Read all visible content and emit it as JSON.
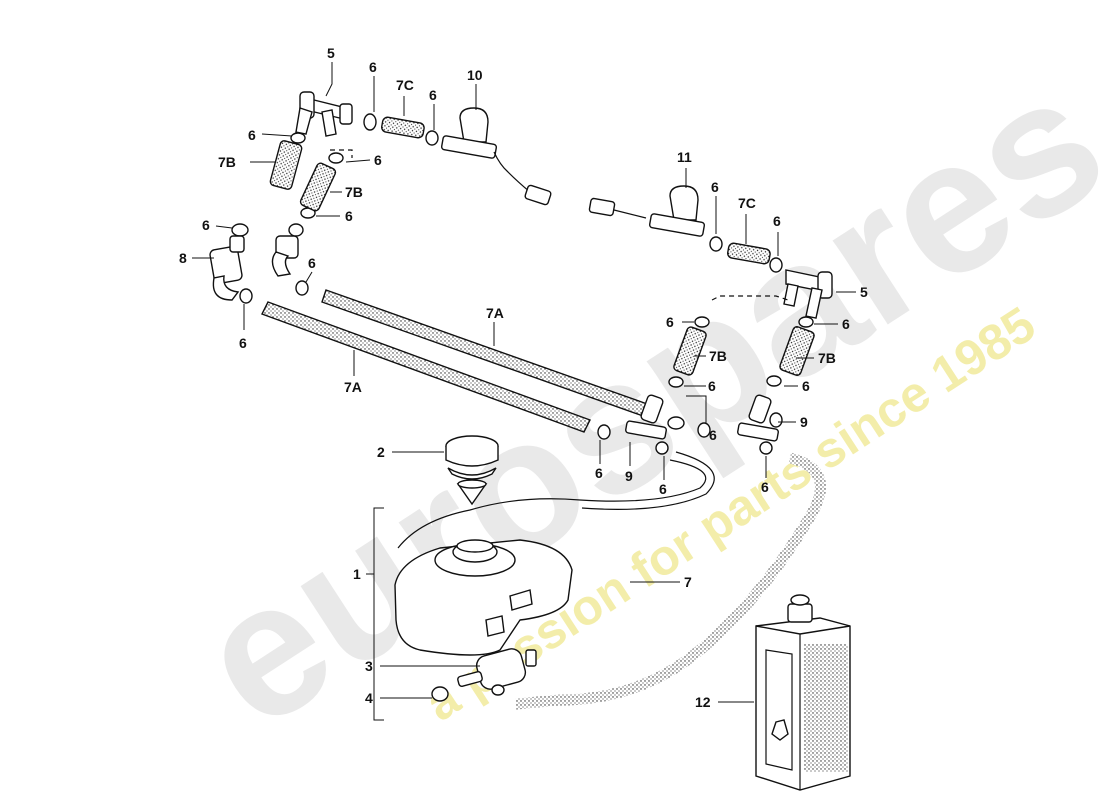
{
  "watermark": {
    "brand": "eurospares",
    "tagline": "a passion for parts since 1985",
    "brand_color": "#e4e4e4",
    "tagline_color": "#f1eb9c"
  },
  "callouts": {
    "c1": "1",
    "c2": "2",
    "c3": "3",
    "c4": "4",
    "c5a": "5",
    "c5b": "5",
    "c6a": "6",
    "c6b": "6",
    "c6c": "6",
    "c6d": "6",
    "c6e": "6",
    "c6f": "6",
    "c6g": "6",
    "c6h": "6",
    "c6i": "6",
    "c6j": "6",
    "c6k": "6",
    "c6l": "6",
    "c6m": "6",
    "c6n": "6",
    "c6o": "6",
    "c6p": "6",
    "c6q": "6",
    "c6r": "6",
    "c7": "7",
    "c7a1": "7A",
    "c7a2": "7A",
    "c7b1": "7B",
    "c7b2": "7B",
    "c7b3": "7B",
    "c7b4": "7B",
    "c7c1": "7C",
    "c7c2": "7C",
    "c8": "8",
    "c9a": "9",
    "c9b": "9",
    "c10": "10",
    "c11": "11",
    "c12": "12"
  }
}
